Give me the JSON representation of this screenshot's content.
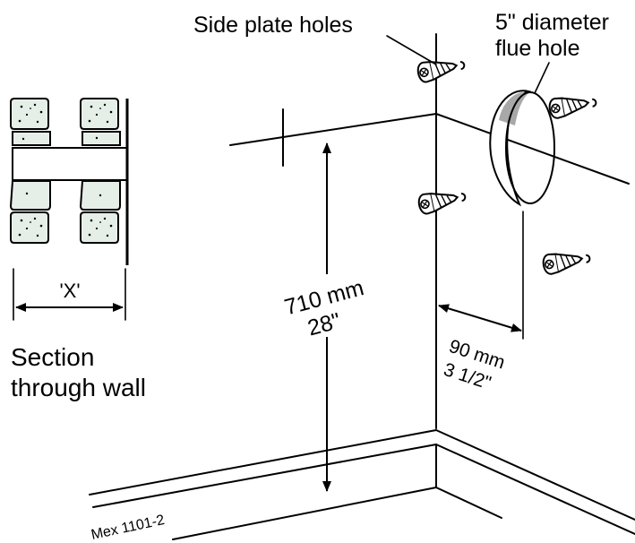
{
  "labels": {
    "side_plate_holes": "Side plate holes",
    "flue_hole_line1": "5\" diameter",
    "flue_hole_line2": "flue hole",
    "height_mm": "710 mm",
    "height_in": "28\"",
    "offset_mm": "90 mm",
    "offset_in": "3 1/2\"",
    "section_line1": "Section",
    "section_line2": "through wall",
    "wall_thickness": "'X'",
    "reference": "Mex 1101-2"
  },
  "icons": {
    "side_plate_screw": "screw-with-wall-plug-icon",
    "brick": "brick-icon"
  },
  "colors": {
    "ink": "#000000",
    "brick_fill": "#e6eee8",
    "flue_shade": "#a8a8a8"
  }
}
